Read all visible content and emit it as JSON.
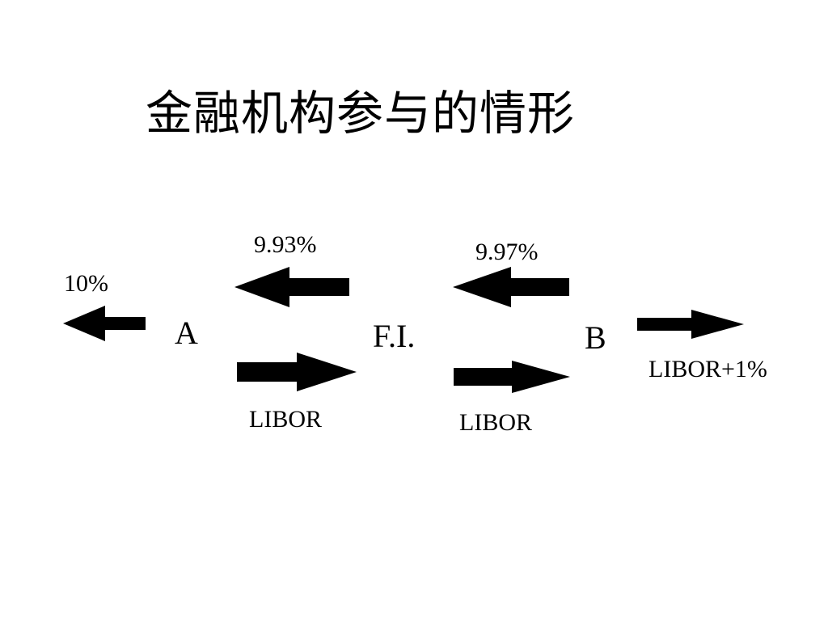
{
  "title": "金融机构参与的情形",
  "diagram": {
    "nodes": {
      "a": "A",
      "fi": "F.I.",
      "b": "B"
    },
    "flows": {
      "a_out_rate": "10%",
      "fi_to_a_rate": "9.93%",
      "a_to_fi_rate": "LIBOR",
      "b_to_fi_rate": "9.97%",
      "fi_to_b_rate": "LIBOR",
      "b_out_rate": "LIBOR+1%"
    }
  }
}
